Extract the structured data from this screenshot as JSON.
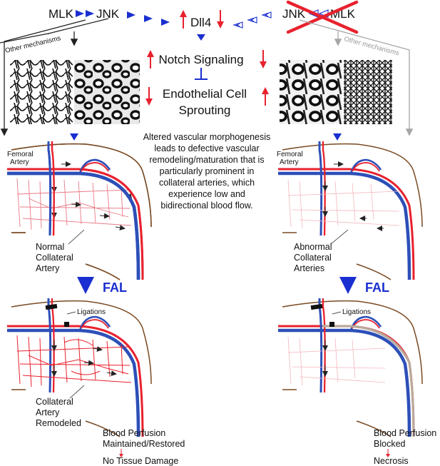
{
  "top": {
    "mlk_left": "MLK",
    "jnk_left": "JNK",
    "dll4": "Dll4",
    "jnk_right": "JNK",
    "mlk_right": "MLK",
    "other_left": "Other mechanisms",
    "other_right": "Other mechanisms"
  },
  "center": {
    "notch": "Notch Signaling",
    "sprouting_1": "Endothelial Cell",
    "sprouting_2": "Sprouting",
    "para": [
      "Altered vascular morphogenesis",
      "leads to defective vascular",
      "remodeling/maturation that is",
      "particularly prominent in",
      "collateral arteries, which",
      "experience low and",
      "bidirectional blood flow."
    ]
  },
  "left": {
    "femoral_1": "Femoral",
    "femoral_2": "Artery",
    "normal": [
      "Normal",
      "Collateral",
      "Artery"
    ],
    "fal": "FAL",
    "ligations": "Ligations",
    "remodeled": [
      "Collateral",
      "Artery",
      "Remodeled"
    ],
    "perfusion": [
      "Blood Perfusion",
      "Maintained/Restored"
    ],
    "outcome": "No Tissue Damage"
  },
  "right": {
    "femoral_1": "Femoral",
    "femoral_2": "Artery",
    "abnormal": [
      "Abnormal",
      "Collateral",
      "Arteries"
    ],
    "fal": "FAL",
    "ligations": "Ligations",
    "perfusion": [
      "Blood Perfusion",
      "Blocked"
    ],
    "outcome": "Necrosis"
  },
  "colors": {
    "artery_red": "#e8212e",
    "vein_blue": "#2d4fb8",
    "arrow_blue": "#1a2fd0",
    "outline_brown": "#7a4a22",
    "capillary_pink": "#e87a86",
    "dead_vessel": "#b9a99a",
    "cross_red": "#e8212e",
    "grey": "#a6a6a6"
  }
}
